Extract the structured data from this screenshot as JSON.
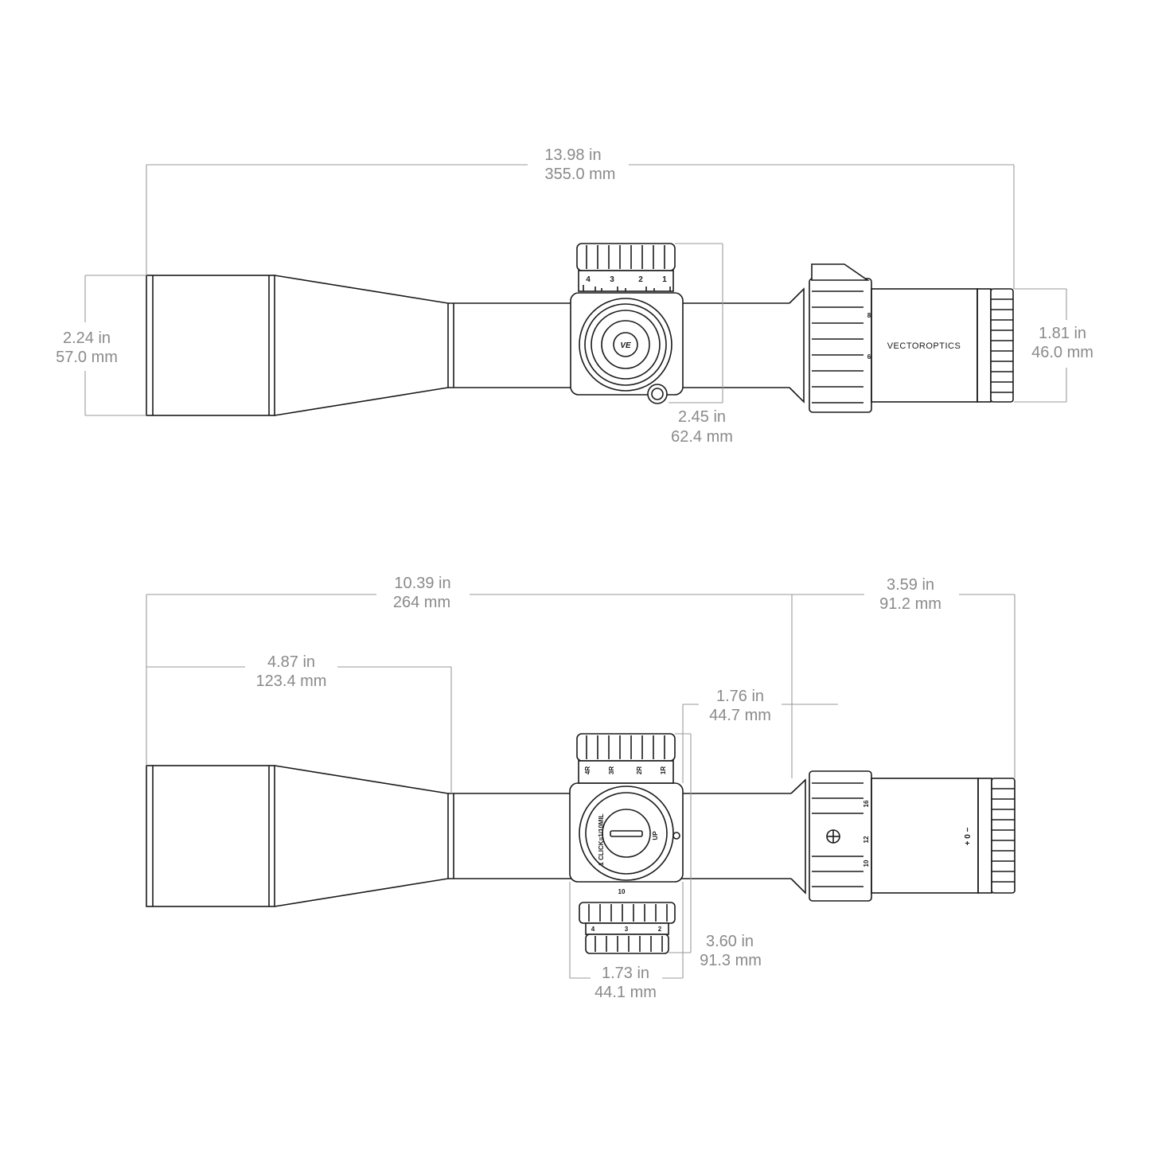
{
  "top_view": {
    "overall_length": {
      "in": "13.98 in",
      "mm": "355.0 mm"
    },
    "objective_diameter": {
      "in": "2.24 in",
      "mm": "57.0 mm"
    },
    "eyepiece_diameter": {
      "in": "1.81 in",
      "mm": "46.0 mm"
    },
    "turret_height": {
      "in": "2.45 in",
      "mm": "62.4 mm"
    },
    "elevation_scale": [
      "4",
      "3",
      "2",
      "1"
    ],
    "brand_text": "VECTOROPTICS",
    "logo_text": "VE",
    "mag_ring_marks": [
      "8",
      "6"
    ]
  },
  "side_view": {
    "length_to_ring": {
      "in": "10.39 in",
      "mm": "264 mm"
    },
    "eyepiece_length": {
      "in": "3.59 in",
      "mm": "91.2 mm"
    },
    "objective_length": {
      "in": "4.87 in",
      "mm": "123.4 mm"
    },
    "turret_offset": {
      "in": "1.76 in",
      "mm": "44.7 mm"
    },
    "turret_span": {
      "in": "3.60 in",
      "mm": "91.3 mm"
    },
    "turret_width": {
      "in": "1.73 in",
      "mm": "44.1 mm"
    },
    "windage_scale": [
      "4R",
      "3R",
      "2R",
      "1R"
    ],
    "cap_text": "1 CLICK=1/10MIL",
    "up_label": "UP",
    "dial_mark": "10",
    "lower_scale": [
      "4",
      "3",
      "2"
    ],
    "mag_ring_marks": [
      "16",
      "12",
      "10"
    ],
    "diopter_marks": "+ 0 −"
  }
}
